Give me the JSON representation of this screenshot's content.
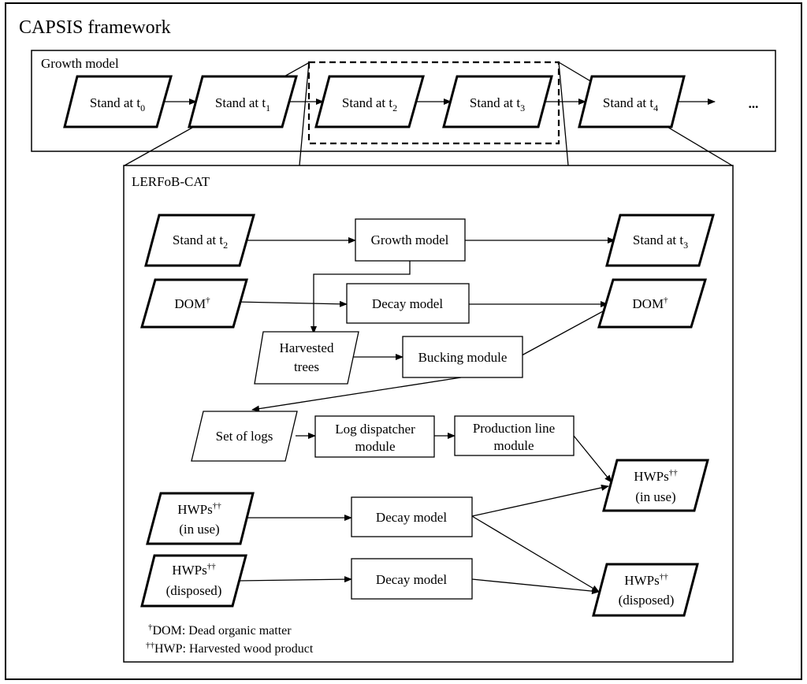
{
  "frame": {
    "title": "CAPSIS framework"
  },
  "growth_panel": {
    "title": "Growth model",
    "stands": [
      {
        "label": "Stand at t",
        "subscript": "0"
      },
      {
        "label": "Stand at t",
        "subscript": "1"
      },
      {
        "label": "Stand at t",
        "subscript": "2"
      },
      {
        "label": "Stand at t",
        "subscript": "3"
      },
      {
        "label": "Stand at t",
        "subscript": "4"
      }
    ],
    "ellipsis": "..."
  },
  "lerfob": {
    "title": "LERFoB-CAT",
    "nodes": {
      "stand_t2": {
        "label": "Stand at t",
        "subscript": "2"
      },
      "growth_model": {
        "label": "Growth model"
      },
      "stand_t3": {
        "label": "Stand at t",
        "subscript": "3"
      },
      "dom_in": {
        "label": "DOM",
        "superscript": "†"
      },
      "decay_dom": {
        "label": "Decay model"
      },
      "dom_out": {
        "label": "DOM",
        "superscript": "†"
      },
      "harvested_trees": {
        "line1": "Harvested",
        "line2": "trees"
      },
      "bucking": {
        "label": "Bucking module"
      },
      "set_of_logs": {
        "label": "Set of logs"
      },
      "log_dispatcher": {
        "line1": "Log dispatcher",
        "line2": "module"
      },
      "production_line": {
        "line1": "Production line",
        "line2": "module"
      },
      "hwp_inuse_out": {
        "line1": "HWPs",
        "superscript": "††",
        "line2": "(in use)"
      },
      "hwp_inuse_in": {
        "line1": "HWPs",
        "superscript": "††",
        "line2": "(in use)"
      },
      "decay_inuse": {
        "label": "Decay model"
      },
      "hwp_disposed_in": {
        "line1": "HWPs",
        "superscript": "††",
        "line2": "(disposed)"
      },
      "decay_disposed": {
        "label": "Decay model"
      },
      "hwp_disposed_out": {
        "line1": "HWPs",
        "superscript": "††",
        "line2": "(disposed)"
      }
    },
    "footnotes": [
      {
        "mark": "†",
        "text": "DOM: Dead organic matter"
      },
      {
        "mark": "††",
        "text": "HWP: Harvested wood product"
      }
    ]
  }
}
